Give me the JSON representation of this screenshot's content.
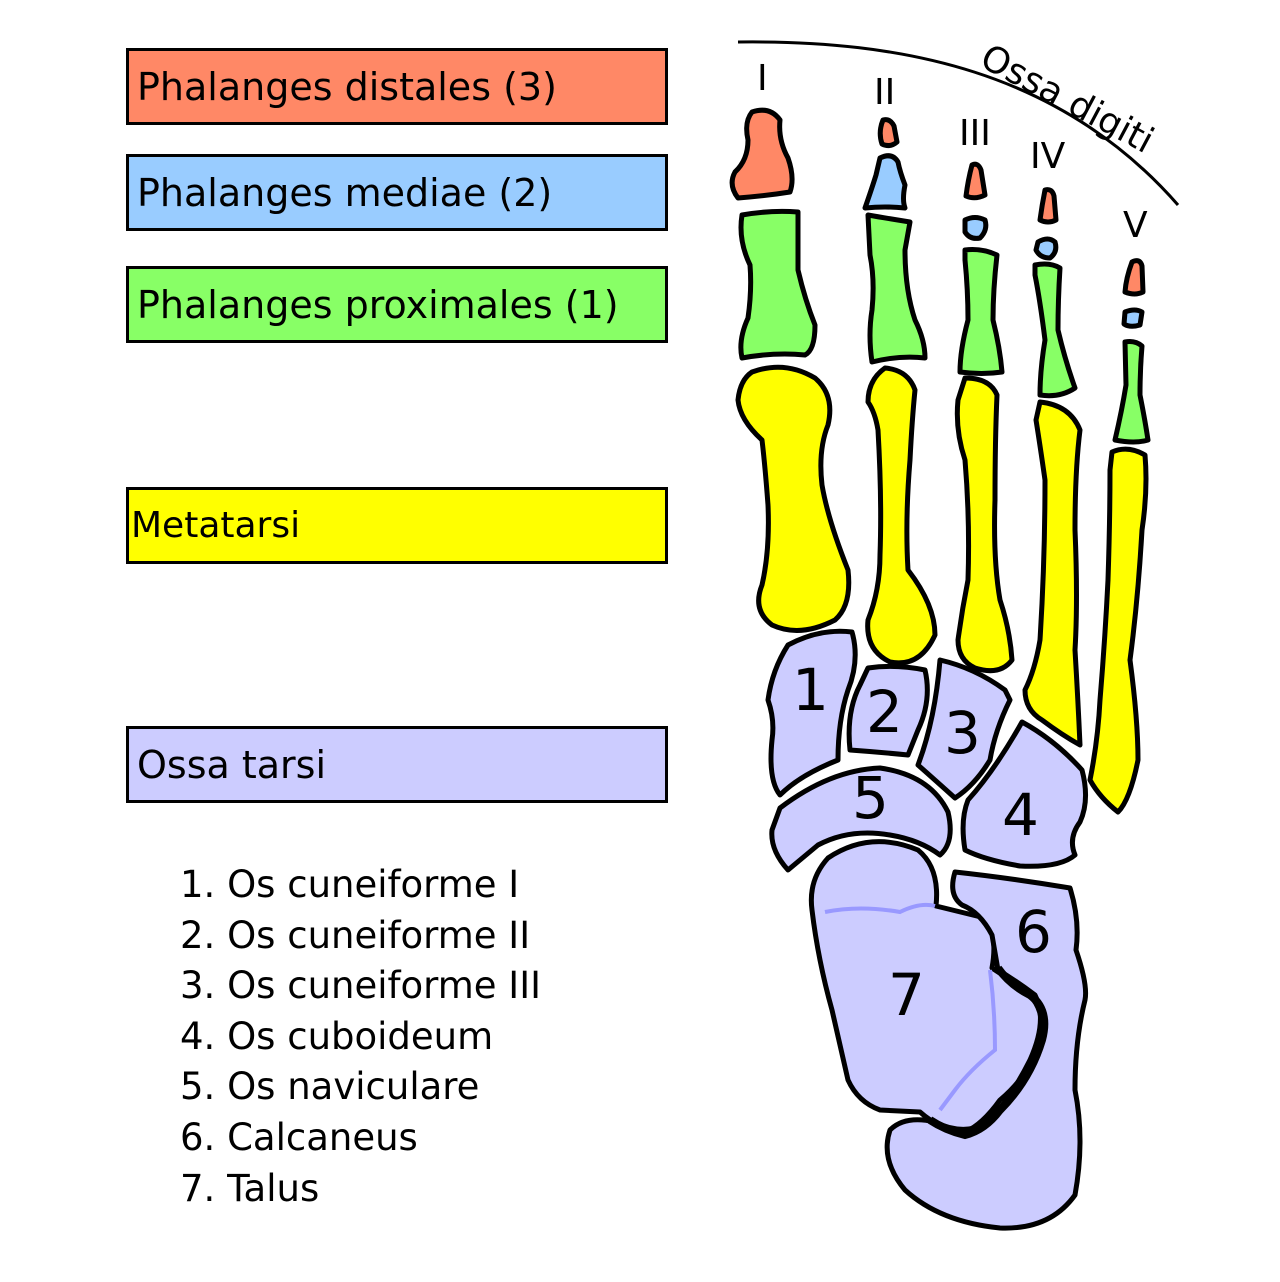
{
  "colors": {
    "distal": "#ff8866",
    "media": "#99ccff",
    "proximal": "#88ff66",
    "metatarsal": "#ffff00",
    "tarsal": "#ccccff",
    "talus_line": "#9999ff"
  },
  "legend": [
    {
      "label": "Phalanges distales (3)",
      "color": "#ff8866"
    },
    {
      "label": "Phalanges mediae (2)",
      "color": "#99ccff"
    },
    {
      "label": "Phalanges proximales (1)",
      "color": "#88ff66"
    },
    {
      "label": "Metatarsi",
      "color": "#ffff00"
    },
    {
      "label": "Ossa tarsi",
      "color": "#ccccff"
    }
  ],
  "tarsal_list": [
    "1. Os cuneiforme I",
    "2. Os cuneiforme II",
    "3. Os cuneiforme III",
    "4. Os cuboideum",
    "5. Os naviculare",
    "6. Calcaneus",
    "7. Talus"
  ],
  "ossa_digiti_label": "Ossa digiti",
  "digit_labels": [
    "I",
    "II",
    "III",
    "IV",
    "V"
  ],
  "bone_numbers": [
    "1",
    "2",
    "3",
    "4",
    "5",
    "6",
    "7"
  ]
}
